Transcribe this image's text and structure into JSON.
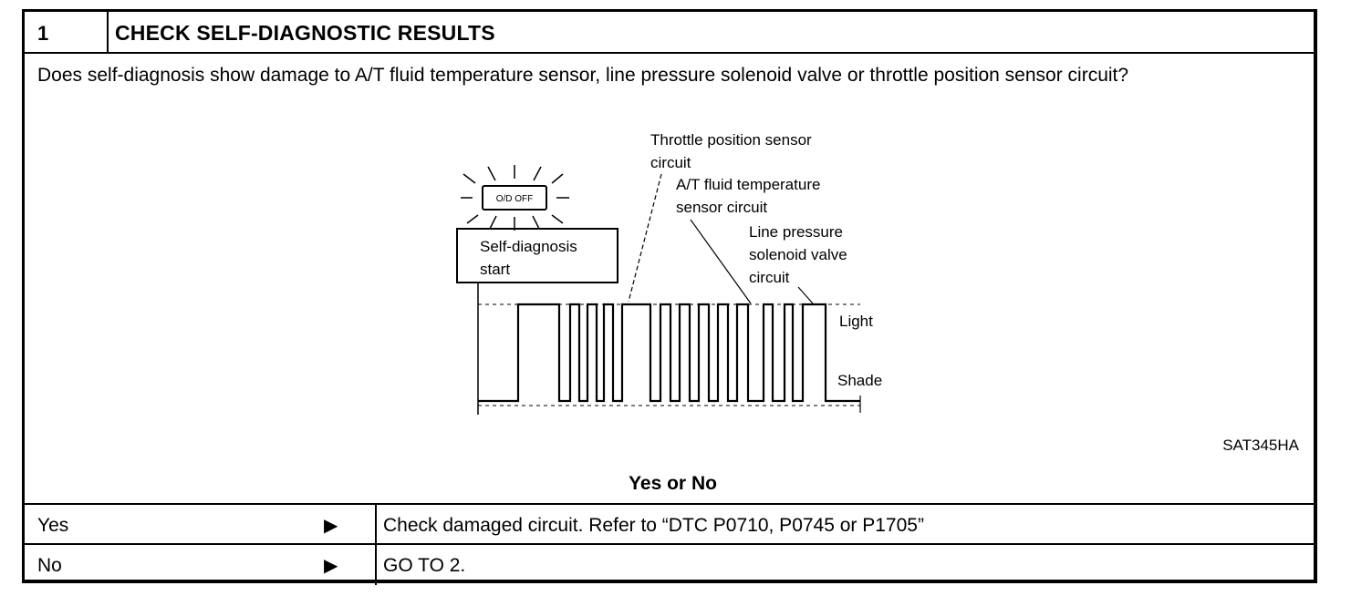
{
  "step": {
    "number": "1",
    "title": "CHECK SELF-DIAGNOSTIC RESULTS"
  },
  "question": "Does self-diagnosis show damage to A/T fluid temperature sensor, line pressure solenoid valve or throttle position sensor circuit?",
  "figure": {
    "lamp_label": "O/D OFF",
    "start_label_line1": "Self-diagnosis",
    "start_label_line2": "start",
    "callout_tps_line1": "Throttle position sensor",
    "callout_tps_line2": "circuit",
    "callout_atf_line1": "A/T fluid temperature",
    "callout_atf_line2": "sensor circuit",
    "callout_lp_line1": "Line pressure",
    "callout_lp_line2": "solenoid valve",
    "callout_lp_line3": "circuit",
    "level_light": "Light",
    "level_shade": "Shade",
    "code": "SAT345HA"
  },
  "decision": {
    "title": "Yes or No",
    "rows": [
      {
        "label": "Yes",
        "arrow": "▶",
        "action": "Check damaged circuit. Refer to “DTC P0710, P0745 or P1705”"
      },
      {
        "label": "No",
        "arrow": "▶",
        "action": "GO TO 2."
      }
    ]
  }
}
